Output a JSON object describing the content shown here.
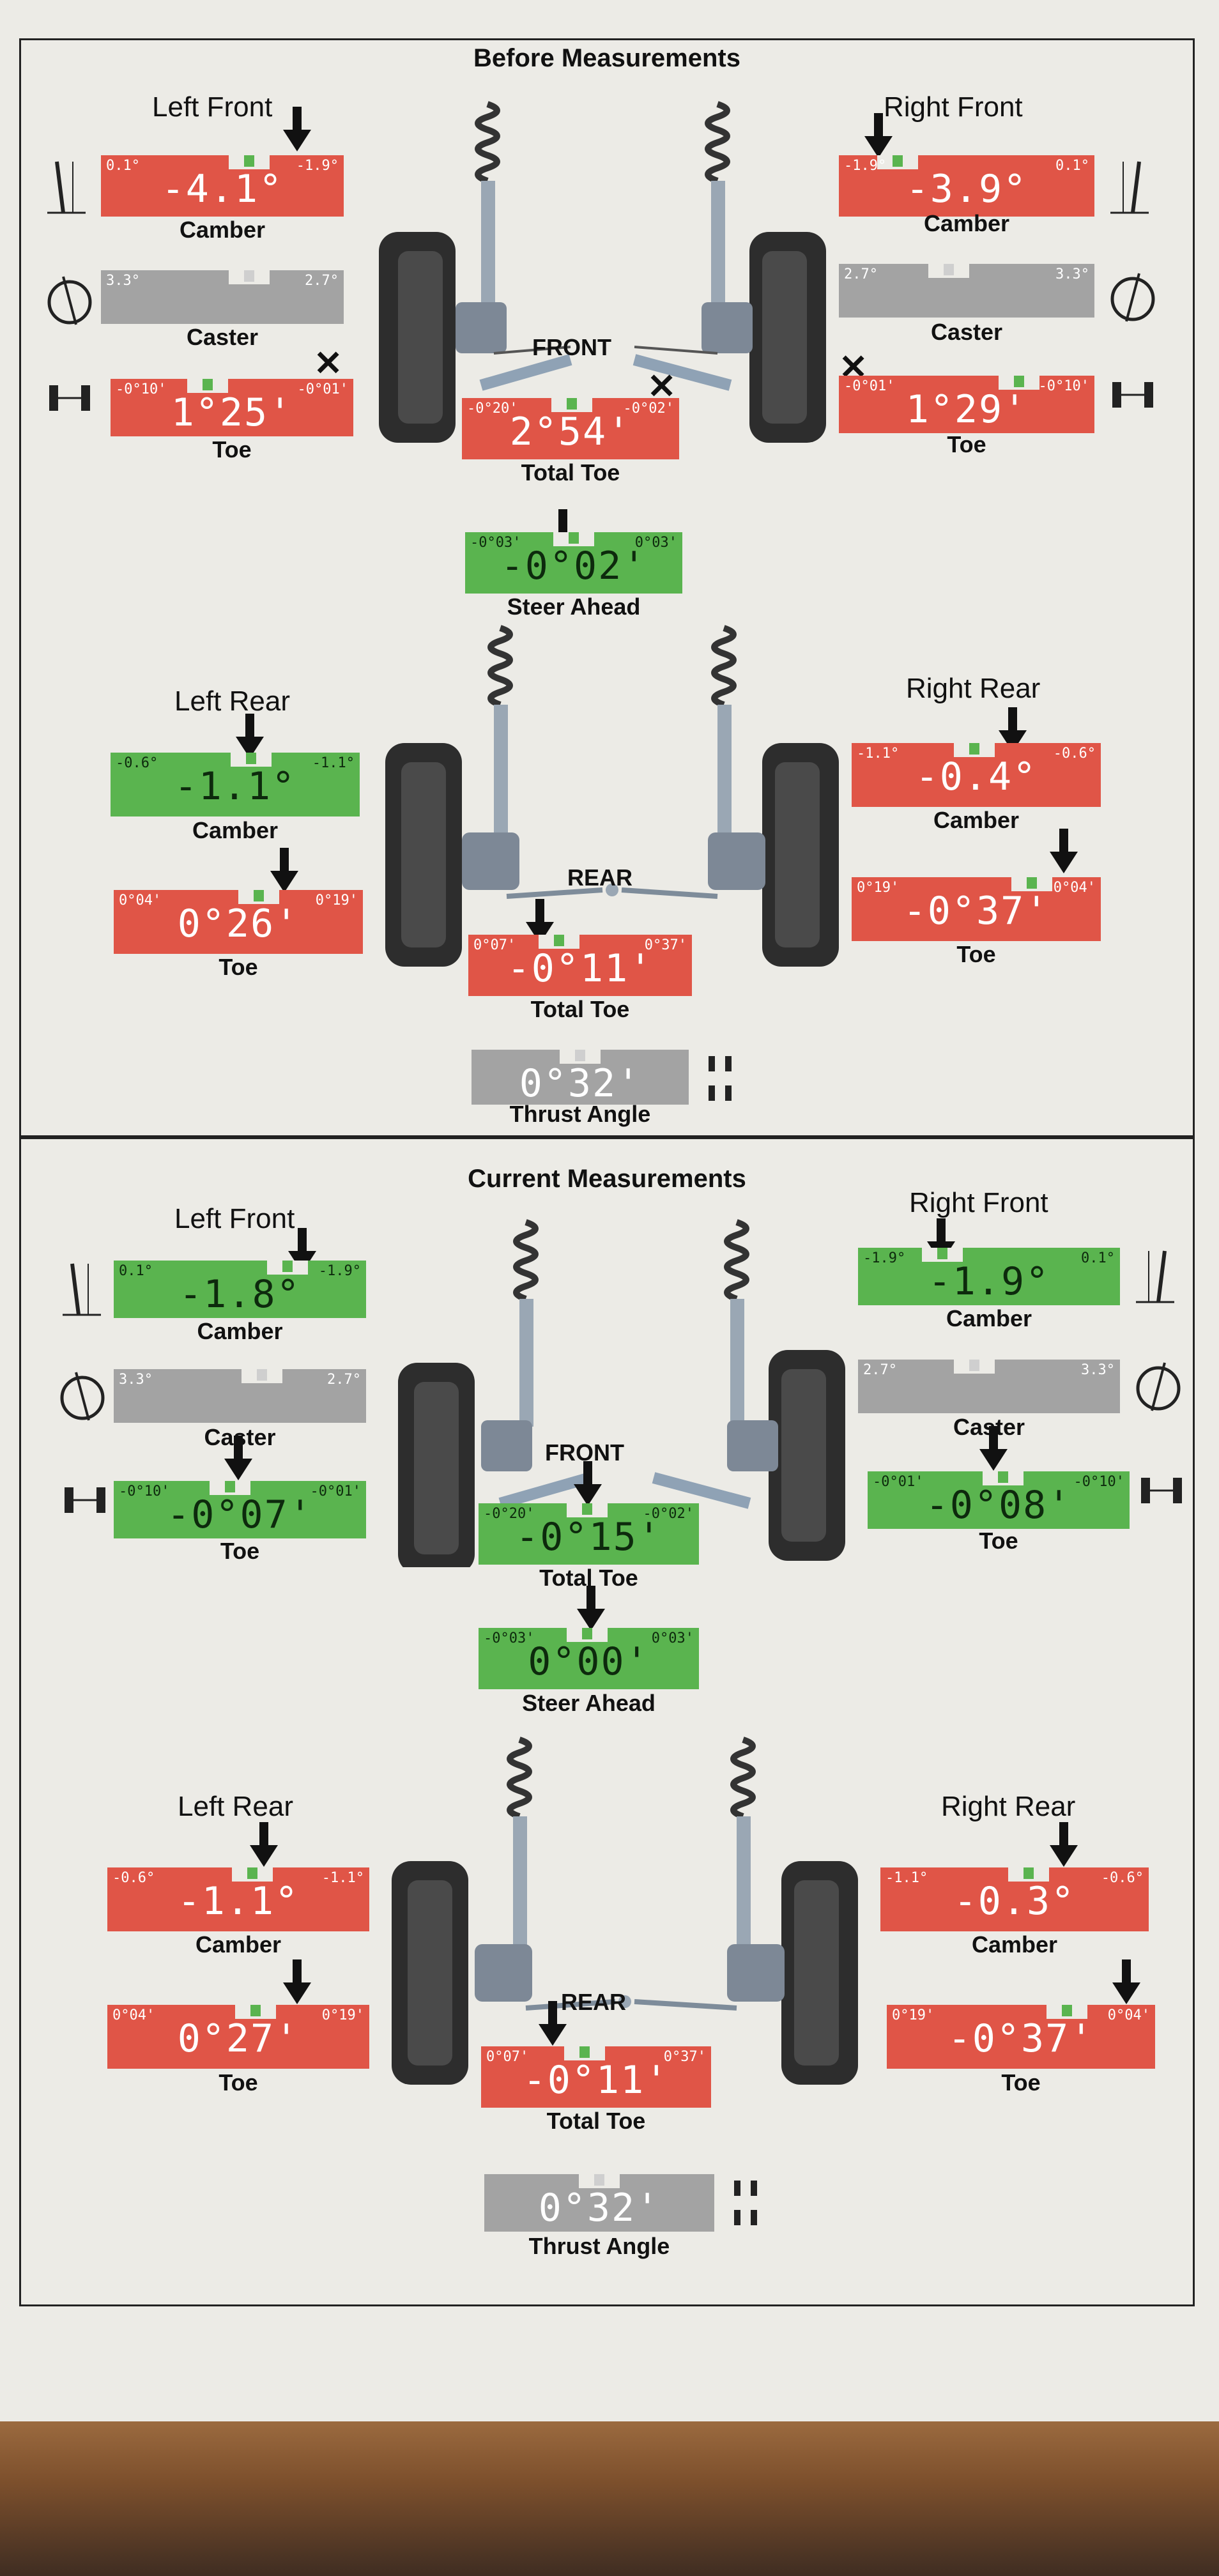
{
  "before": {
    "title": "Before Measurements",
    "front_label": "FRONT",
    "rear_label": "REAR",
    "left_front": {
      "title": "Left Front",
      "camber": {
        "label": "Camber",
        "value": "-4.1°",
        "min": "0.1°",
        "max": "-1.9°"
      },
      "caster": {
        "label": "Caster",
        "value": "",
        "min": "3.3°",
        "max": "2.7°"
      },
      "toe": {
        "label": "Toe",
        "value": "1°25'",
        "min": "-0°10'",
        "max": "-0°01'"
      }
    },
    "right_front": {
      "title": "Right Front",
      "camber": {
        "label": "Camber",
        "value": "-3.9°",
        "min": "-1.9°",
        "max": "0.1°"
      },
      "caster": {
        "label": "Caster",
        "value": "",
        "min": "2.7°",
        "max": "3.3°"
      },
      "toe": {
        "label": "Toe",
        "value": "1°29'",
        "min": "-0°01'",
        "max": "-0°10'"
      }
    },
    "total_toe_front": {
      "label": "Total Toe",
      "value": "2°54'",
      "min": "-0°20'",
      "max": "-0°02'"
    },
    "steer_ahead": {
      "label": "Steer Ahead",
      "value": "-0°02'",
      "min": "-0°03'",
      "max": "0°03'"
    },
    "left_rear": {
      "title": "Left Rear",
      "camber": {
        "label": "Camber",
        "value": "-1.1°",
        "min": "-0.6°",
        "max": "-1.1°"
      },
      "toe": {
        "label": "Toe",
        "value": "0°26'",
        "min": "0°04'",
        "max": "0°19'"
      }
    },
    "right_rear": {
      "title": "Right Rear",
      "camber": {
        "label": "Camber",
        "value": "-0.4°",
        "min": "-1.1°",
        "max": "-0.6°"
      },
      "toe": {
        "label": "Toe",
        "value": "-0°37'",
        "min": "0°19'",
        "max": "0°04'"
      }
    },
    "total_toe_rear": {
      "label": "Total Toe",
      "value": "-0°11'",
      "min": "0°07'",
      "max": "0°37'"
    },
    "thrust_angle": {
      "label": "Thrust Angle",
      "value": "0°32'",
      "min": "",
      "max": ""
    }
  },
  "current": {
    "title": "Current Measurements",
    "front_label": "FRONT",
    "rear_label": "REAR",
    "left_front": {
      "title": "Left Front",
      "camber": {
        "label": "Camber",
        "value": "-1.8°",
        "min": "0.1°",
        "max": "-1.9°"
      },
      "caster": {
        "label": "Caster",
        "value": "",
        "min": "3.3°",
        "max": "2.7°"
      },
      "toe": {
        "label": "Toe",
        "value": "-0°07'",
        "min": "-0°10'",
        "max": "-0°01'"
      }
    },
    "right_front": {
      "title": "Right Front",
      "camber": {
        "label": "Camber",
        "value": "-1.9°",
        "min": "-1.9°",
        "max": "0.1°"
      },
      "caster": {
        "label": "Caster",
        "value": "",
        "min": "2.7°",
        "max": "3.3°"
      },
      "toe": {
        "label": "Toe",
        "value": "-0°08'",
        "min": "-0°01'",
        "max": "-0°10'"
      }
    },
    "total_toe_front": {
      "label": "Total Toe",
      "value": "-0°15'",
      "min": "-0°20'",
      "max": "-0°02'"
    },
    "steer_ahead": {
      "label": "Steer Ahead",
      "value": "0°00'",
      "min": "-0°03'",
      "max": "0°03'"
    },
    "left_rear": {
      "title": "Left Rear",
      "camber": {
        "label": "Camber",
        "value": "-1.1°",
        "min": "-0.6°",
        "max": "-1.1°"
      },
      "toe": {
        "label": "Toe",
        "value": "0°27'",
        "min": "0°04'",
        "max": "0°19'"
      }
    },
    "right_rear": {
      "title": "Right Rear",
      "camber": {
        "label": "Camber",
        "value": "-0.3°",
        "min": "-1.1°",
        "max": "-0.6°"
      },
      "toe": {
        "label": "Toe",
        "value": "-0°37'",
        "min": "0°19'",
        "max": "0°04'"
      }
    },
    "total_toe_rear": {
      "label": "Total Toe",
      "value": "-0°11'",
      "min": "0°07'",
      "max": "0°37'"
    },
    "thrust_angle": {
      "label": "Thrust Angle",
      "value": "0°32'",
      "min": "",
      "max": ""
    }
  },
  "status_colors": {
    "out_of_spec": "#e05547",
    "in_spec": "#5ab44f",
    "info": "#a3a3a3"
  },
  "icons": [
    "camber-icon",
    "caster-icon",
    "toe-icon",
    "thrust-icon",
    "strut-icon",
    "wheel-icon",
    "down-arrow-icon",
    "cross-mark-icon"
  ]
}
